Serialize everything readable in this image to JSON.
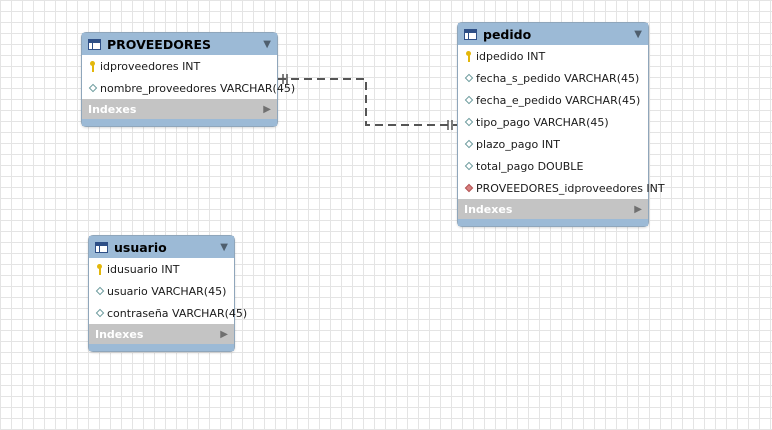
{
  "diagram": {
    "tables": [
      {
        "id": "proveedores",
        "name": "PROVEEDORES",
        "columns": [
          {
            "label": "idproveedores INT",
            "kind": "primary-key"
          },
          {
            "label": "nombre_proveedores VARCHAR(45)",
            "kind": "column"
          }
        ],
        "indexes_label": "Indexes"
      },
      {
        "id": "pedido",
        "name": "pedido",
        "columns": [
          {
            "label": "idpedido INT",
            "kind": "primary-key"
          },
          {
            "label": "fecha_s_pedido VARCHAR(45)",
            "kind": "column"
          },
          {
            "label": "fecha_e_pedido VARCHAR(45)",
            "kind": "column"
          },
          {
            "label": "tipo_pago VARCHAR(45)",
            "kind": "column"
          },
          {
            "label": "plazo_pago INT",
            "kind": "column"
          },
          {
            "label": "total_pago DOUBLE",
            "kind": "column"
          },
          {
            "label": "PROVEEDORES_idproveedores INT",
            "kind": "foreign-key"
          }
        ],
        "indexes_label": "Indexes"
      },
      {
        "id": "usuario",
        "name": "usuario",
        "columns": [
          {
            "label": "idusuario INT",
            "kind": "primary-key"
          },
          {
            "label": "usuario VARCHAR(45)",
            "kind": "column"
          },
          {
            "label": "contraseña VARCHAR(45)",
            "kind": "column"
          }
        ],
        "indexes_label": "Indexes"
      }
    ],
    "relationships": [
      {
        "from": "proveedores",
        "to": "pedido",
        "cardinality": "one-to-one",
        "style": "dashed",
        "color": "#555555"
      }
    ],
    "colors": {
      "header": "#9cbad6",
      "indexes_bar": "#c4c4c4",
      "primary_key": "#e3b70b",
      "foreign_key": "#d77f7f",
      "grid": "#e4e4e4"
    },
    "icons": {
      "table": "table-icon",
      "collapse": "triangle-down-icon",
      "expand": "triangle-right-icon",
      "primary_key": "key-icon",
      "column": "diamond-icon",
      "foreign_key": "red-diamond-icon"
    }
  }
}
